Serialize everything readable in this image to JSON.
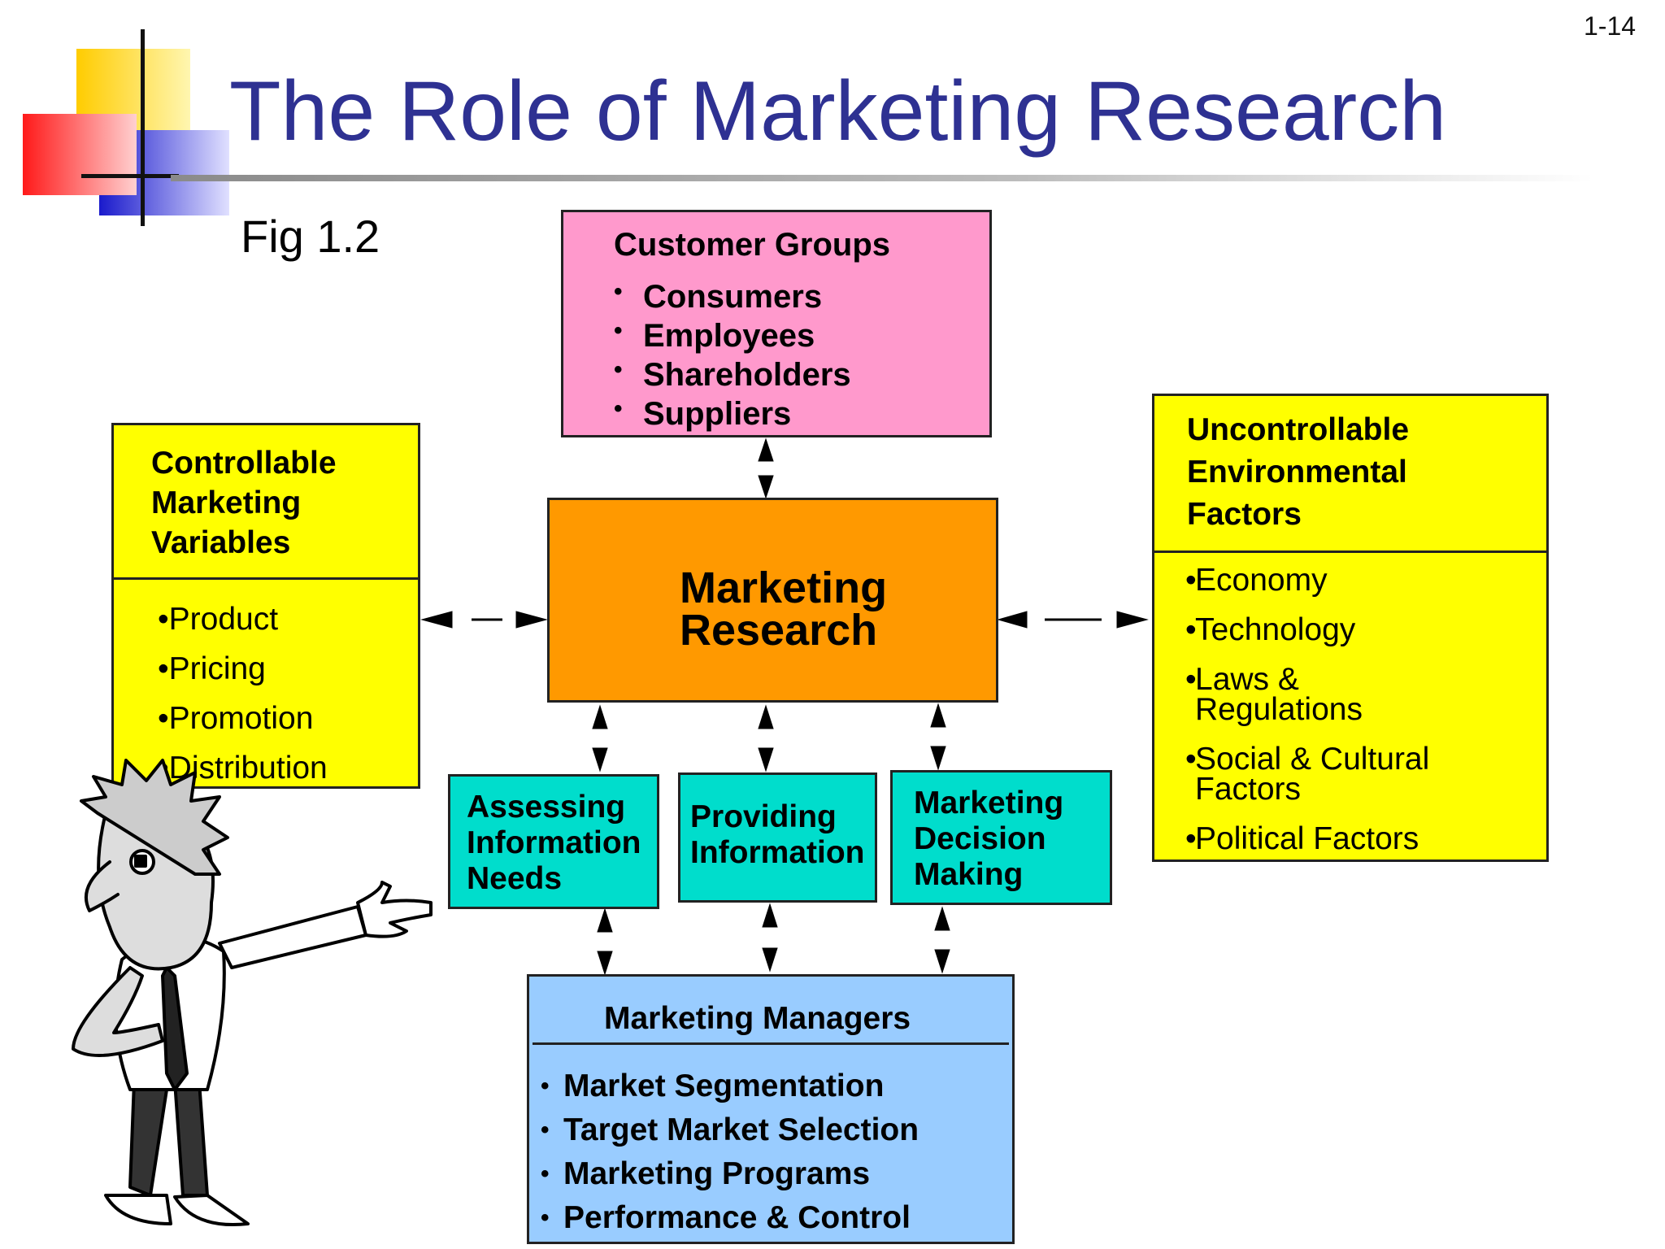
{
  "slide": {
    "number": "1-14",
    "title": "The Role of Marketing Research",
    "figure_label": "Fig 1.2"
  },
  "customer_groups": {
    "title": "Customer Groups",
    "items": [
      "Consumers",
      "Employees",
      "Shareholders",
      "Suppliers"
    ]
  },
  "marketing_research": {
    "line1": "Marketing",
    "line2": "Research"
  },
  "controllable": {
    "title_lines": [
      "Controllable",
      "Marketing",
      "Variables"
    ],
    "items": [
      "Product",
      "Pricing",
      "Promotion",
      "Distribution"
    ]
  },
  "uncontrollable": {
    "title_lines": [
      "Uncontrollable",
      "Environmental",
      "Factors"
    ],
    "items": [
      {
        "line1": "Economy",
        "line2": ""
      },
      {
        "line1": "Technology",
        "line2": ""
      },
      {
        "line1": "Laws &",
        "line2": "Regulations"
      },
      {
        "line1": "Social & Cultural",
        "line2": "Factors"
      },
      {
        "line1": "Political Factors",
        "line2": ""
      }
    ]
  },
  "functions": [
    {
      "lines": [
        "Assessing",
        "Information",
        "Needs"
      ]
    },
    {
      "lines": [
        "Providing",
        "Information"
      ]
    },
    {
      "lines": [
        "Marketing",
        "Decision",
        "Making"
      ]
    }
  ],
  "managers": {
    "title": "Marketing Managers",
    "items": [
      "Market Segmentation",
      "Target Market Selection",
      "Marketing Programs",
      "Performance & Control"
    ]
  },
  "colors": {
    "title_blue": "#2e3192",
    "customer_pink": "#ff99cc",
    "research_orange": "#ff9900",
    "factor_yellow": "#ffff00",
    "function_teal": "#00ddcc",
    "manager_blue": "#99ccff"
  },
  "icons": {
    "logo": "overlapping-squares-logo",
    "presenter": "cartoon-presenter-pointing"
  }
}
